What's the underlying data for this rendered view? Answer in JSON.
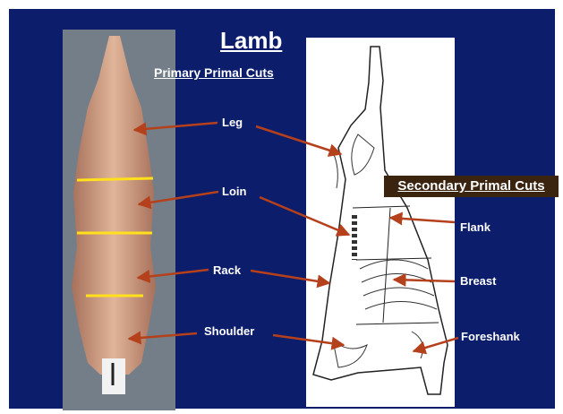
{
  "title": "Lamb",
  "subtitle": "Primary Primal Cuts",
  "secondary_title": "Secondary Primal Cuts",
  "primary_cuts": [
    "Leg",
    "Loin",
    "Rack",
    "Shoulder"
  ],
  "secondary_cuts": [
    "Flank",
    "Breast",
    "Foreshank"
  ],
  "colors": {
    "background": "#0b1d6b",
    "arrow": "#b5401c",
    "divider": "#ffe01a",
    "secondary_box": "#3a2410"
  }
}
